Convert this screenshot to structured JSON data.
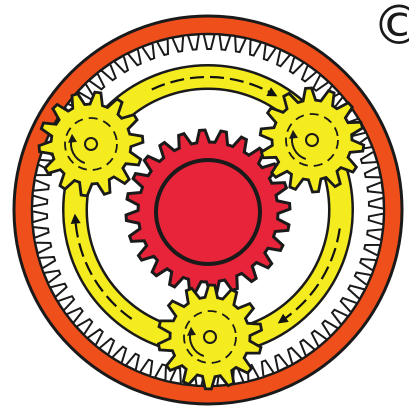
{
  "diagram": {
    "kind": "planetary-gear-set",
    "corner_glyph": "©",
    "parts": [
      {
        "name": "ring-gear",
        "teeth": 70,
        "outer_color": "#EF4F1A",
        "inner_color": "#FFFFFF"
      },
      {
        "name": "sun-gear",
        "teeth": 24,
        "color": "#E8243A"
      },
      {
        "name": "planet-gear",
        "count": 3,
        "teeth": 14,
        "color": "#F5EC1F"
      },
      {
        "name": "carrier",
        "color": "#F5EC1F",
        "arrow_color": "#111111"
      }
    ],
    "outline_color": "#1A1A1A"
  }
}
